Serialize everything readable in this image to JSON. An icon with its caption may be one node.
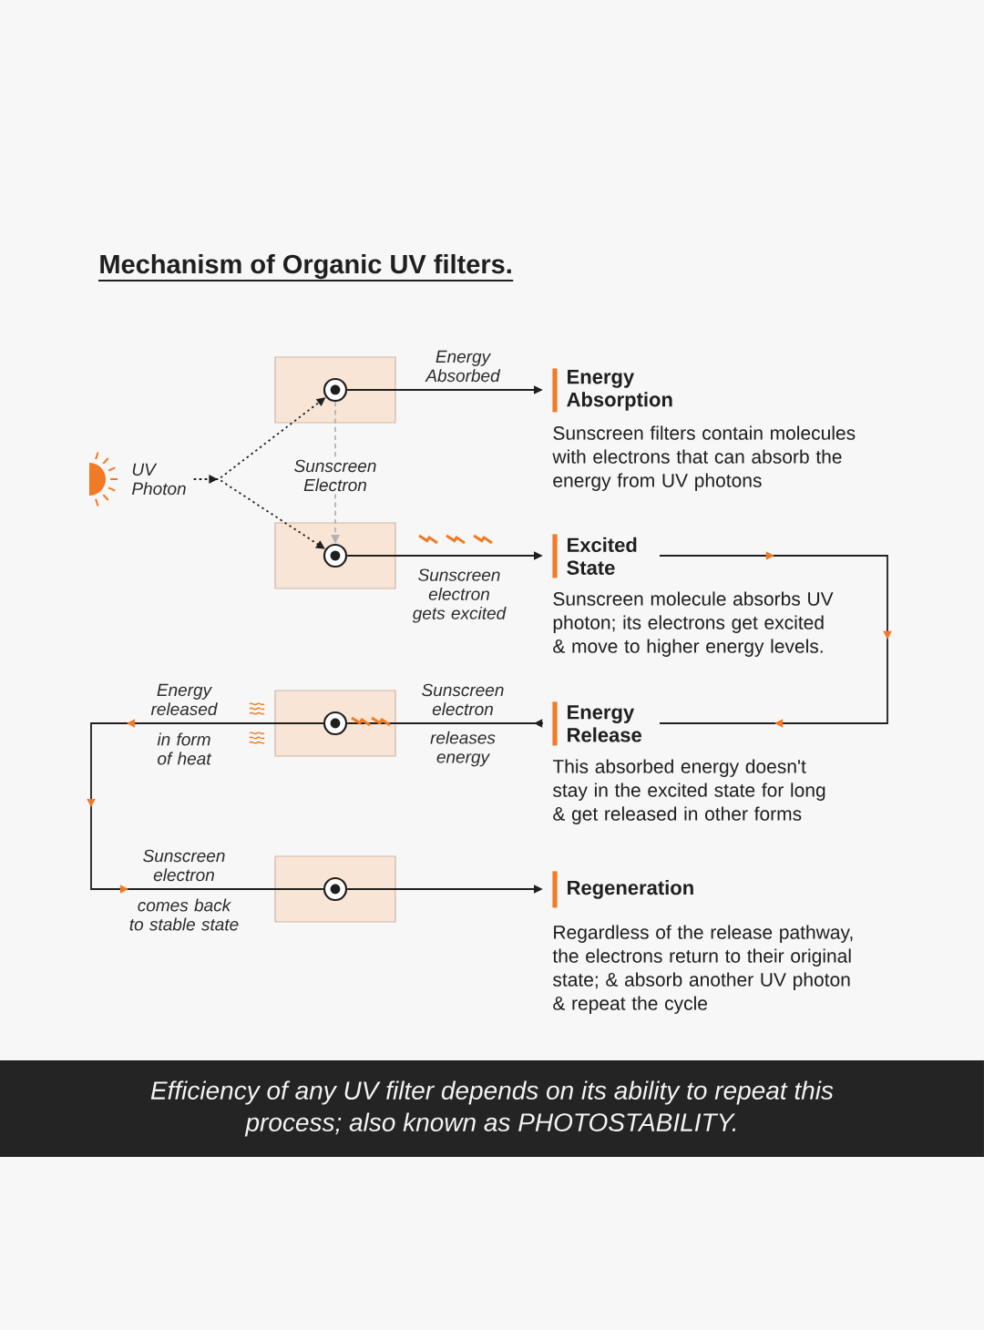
{
  "diagram": {
    "title": "Mechanism of Organic UV filters.",
    "nodes": [
      {
        "text": [],
        "shape": "box"
      },
      {
        "text": [],
        "shape": "circle",
        "in": 0
      },
      {
        "text": [
          "Energy Absorption",
          "Sunscreen filters contain molecules with electrons that can absorb the energy from UV photons"
        ]
      },
      {
        "text": [
          "UV Photon"
        ]
      },
      {
        "text": [],
        "shape": "box"
      },
      {
        "text": [],
        "shape": "circle",
        "in": 4
      },
      {
        "text": [
          "Excited State",
          "Sunscreen molecule absorbs UV photon; its electrons get excited & move to higher energy levels."
        ]
      },
      {
        "text": [],
        "shape": "box"
      },
      {
        "text": [],
        "shape": "circle",
        "in": 7
      },
      {
        "text": [
          "Energy Release",
          "This absorbed energy doesn't stay in the excited state for long & get released in other forms"
        ]
      },
      {
        "text": [],
        "shape": "box"
      },
      {
        "text": [],
        "shape": "circle",
        "in": 10
      },
      {
        "text": [
          "Regeneration",
          "Regardless of the release pathway, the electrons return to their original state; & absorb another UV photon & repeat the cycle"
        ]
      },
      {
        "text": [
          "Efficiency of any UV filter depends on its ability to repeat this process; also known as PHOTOSTABILITY."
        ]
      }
    ],
    "edges": [
      {
        "from": 3,
        "to": 1,
        "arrow": "to",
        "style": "dashed"
      },
      {
        "from": 3,
        "to": 5,
        "arrow": "to",
        "style": "dashed"
      },
      {
        "from": 1,
        "to": 5,
        "arrow": "to",
        "style": "dashed",
        "color": "#b3b3b3",
        "label": "Sunscreen Electron"
      },
      {
        "from": 1,
        "to": 2,
        "arrow": "to",
        "label": "Energy Absorbed"
      },
      {
        "from": 5,
        "to": 6,
        "arrow": "to",
        "label": "Sunscreen electron gets excited"
      },
      {
        "from": 6,
        "to": 9,
        "arrow": "to"
      },
      {
        "from": 9,
        "to": 8,
        "arrow": "to",
        "label": "Sunscreen electron"
      },
      {
        "from": 8,
        "to": 11,
        "arrow": "to",
        "label": "Energy released"
      },
      {
        "from": 11,
        "to": 12,
        "arrow": "to"
      }
    ],
    "labels": [
      "in form of heat",
      "releases energy",
      "Sunscreen electron",
      "comes back to stable state"
    ]
  }
}
